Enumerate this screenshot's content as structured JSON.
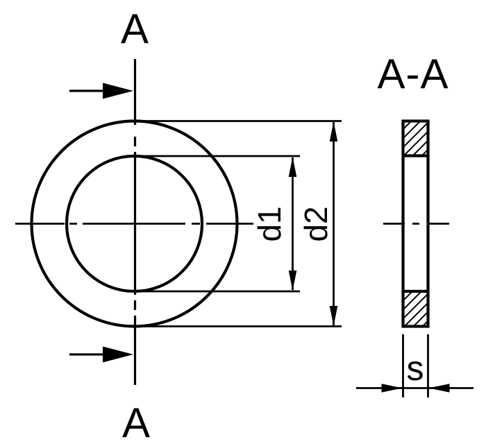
{
  "drawing": {
    "kind": "technical-drawing",
    "labels": {
      "section_cut_top": "A",
      "section_cut_bottom": "A",
      "section_view_title": "A-A",
      "dim_d1": "d1",
      "dim_d2": "d2",
      "dim_s": "s"
    },
    "colors": {
      "line": "#000000",
      "background": "#ffffff"
    }
  }
}
